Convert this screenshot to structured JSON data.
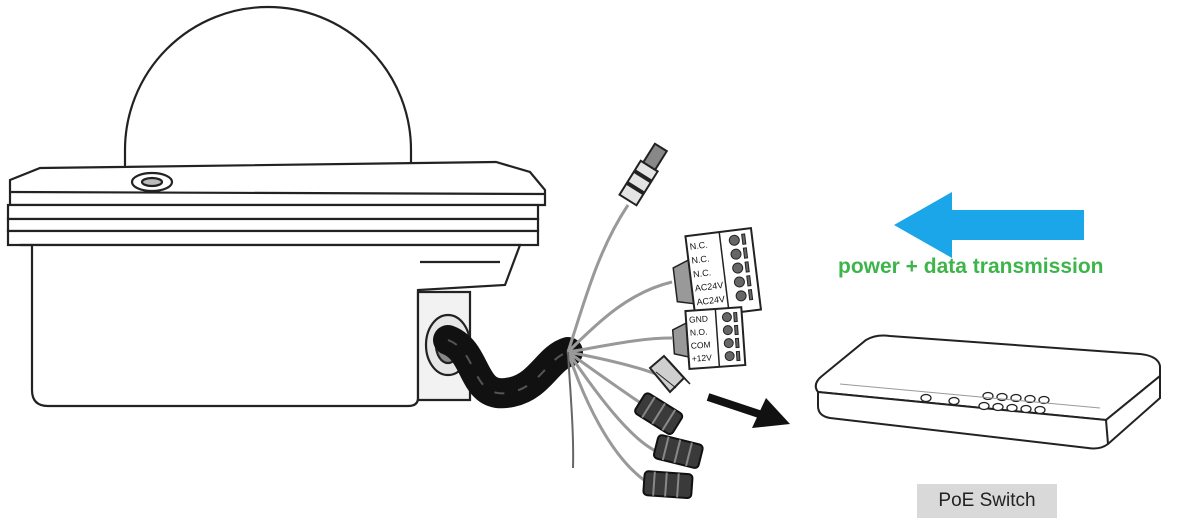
{
  "caption": {
    "transmission": "power + data transmission",
    "switch": "PoE Switch"
  },
  "connectors": {
    "terminal_block_1": [
      "N.C.",
      "N.C.",
      "N.C.",
      "AC24V",
      "AC24V"
    ],
    "terminal_block_2": [
      "GND",
      "N.O.",
      "COM",
      "+12V"
    ]
  },
  "colors": {
    "arrow_blue": "#1aa6e8",
    "text_green": "#3db54a",
    "label_bg": "#d9d9d9",
    "line": "#222222"
  }
}
